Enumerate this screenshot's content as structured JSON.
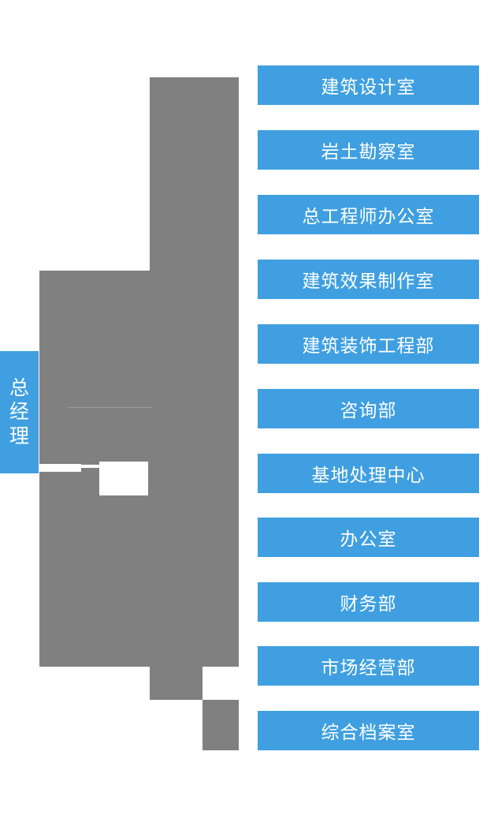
{
  "diagram": {
    "type": "organizational-chart",
    "title_text": "",
    "orientation": "horizontal-left-to-right",
    "colors": {
      "node_blue": "#3f9fe0",
      "connector_gray": "#808080",
      "node_text": "#ffffff",
      "background": "#ffffff"
    },
    "root": {
      "label": "总经理",
      "id": "general-manager"
    },
    "departments": [
      {
        "id": "dept-1",
        "label": "建筑设计室"
      },
      {
        "id": "dept-2",
        "label": "岩土勘察室"
      },
      {
        "id": "dept-3",
        "label": "总工程师办公室"
      },
      {
        "id": "dept-4",
        "label": "建筑效果制作室"
      },
      {
        "id": "dept-5",
        "label": "建筑装饰工程部"
      },
      {
        "id": "dept-6",
        "label": "咨询部"
      },
      {
        "id": "dept-7",
        "label": "基地处理中心"
      },
      {
        "id": "dept-8",
        "label": "办公室"
      },
      {
        "id": "dept-9",
        "label": "财务部"
      },
      {
        "id": "dept-10",
        "label": "市场经营部"
      },
      {
        "id": "dept-11",
        "label": "综合档案室"
      }
    ]
  }
}
